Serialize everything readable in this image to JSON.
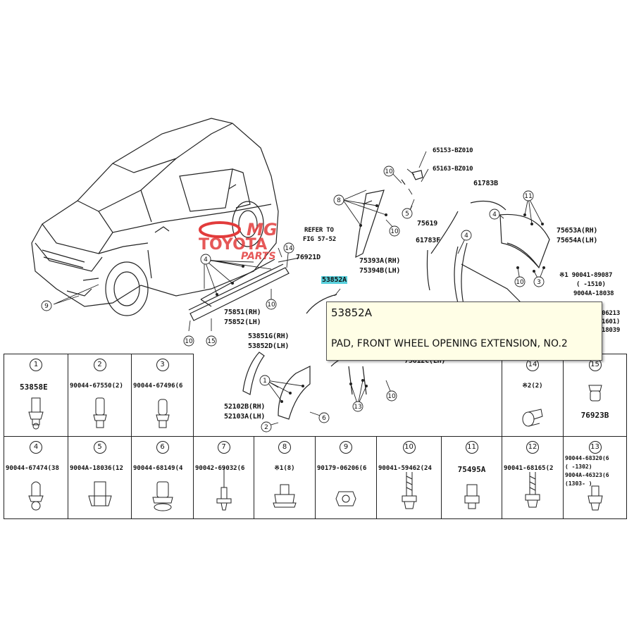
{
  "callouts": {
    "p65153": "65153-BZ010",
    "p65163": "65163-BZ010",
    "p61783b": "61783B",
    "p75619": "75619",
    "p75653a": "75653A(RH)",
    "p75654a": "75654A(LH)",
    "p75393a": "75393A(RH)",
    "p75394b": "75394B(LH)",
    "p61783f": "61783F",
    "refer": "REFER TO",
    "refer_fig": "FIG 57-52",
    "p76921d": "76921D",
    "p53852a": "53852A",
    "p75851": "75851(RH)",
    "p75852": "75852(LH)",
    "p53851g": "53851G(RH)",
    "p53852d": "53852D(LH)",
    "p52102b": "52102B(RH)",
    "p52103a": "52103A(LH)",
    "p75612c": "75612C(LH)",
    "p90041_89087": "※1 90041-89087",
    "p1510": "(     -1510)",
    "p90044_18038": "9004A-18038",
    "p06213": "06213",
    "p1601": "1601)",
    "p18039": "18039",
    "note2": "※2(2)",
    "p76923b": "76923B"
  },
  "markers": [
    "1",
    "2",
    "3",
    "4",
    "5",
    "6",
    "7",
    "8",
    "9",
    "10",
    "11",
    "12",
    "13",
    "14",
    "15"
  ],
  "tooltip": {
    "code": "53852A",
    "description": "PAD, FRONT WHEEL OPENING EXTENSION, NO.2"
  },
  "watermark": {
    "line1": "MG",
    "line2": "TOYOTA",
    "line3": "PARTS"
  },
  "table": {
    "row1": [
      {
        "num": "1",
        "part": "53858E"
      },
      {
        "num": "2",
        "part": "90044-67550(2)"
      },
      {
        "num": "3",
        "part": "90044-67496(6"
      },
      {
        "num": "14",
        "part": ""
      },
      {
        "num": "15",
        "part": ""
      }
    ],
    "row2": [
      {
        "num": "4",
        "part": "90044-67474(38"
      },
      {
        "num": "5",
        "part": "9004A-18036(12"
      },
      {
        "num": "6",
        "part": "90044-68149(4"
      },
      {
        "num": "7",
        "part": "90042-69032(6"
      },
      {
        "num": "8",
        "part": "※1(8)"
      },
      {
        "num": "9",
        "part": "90179-06206(6"
      },
      {
        "num": "10",
        "part": "90041-59462(24"
      },
      {
        "num": "11",
        "part": "75495A"
      },
      {
        "num": "12",
        "part": "90041-68165(2"
      },
      {
        "num": "13",
        "part": "90044-68320(6"
      }
    ],
    "cell13_extra": {
      "l1": "(      -1302)",
      "l2": "9004A-46323(6",
      "l3": "(1303-      )"
    }
  }
}
